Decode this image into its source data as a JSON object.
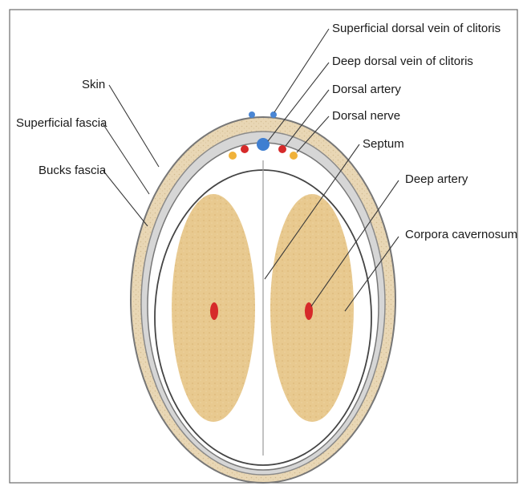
{
  "labels": {
    "superficial_dorsal_vein": "Superficial dorsal vein of clitoris",
    "deep_dorsal_vein": "Deep dorsal vein of clitoris",
    "dorsal_artery": "Dorsal artery",
    "dorsal_nerve": "Dorsal nerve",
    "septum": "Septum",
    "deep_artery": "Deep artery",
    "corpora_cavernosum": "Corpora cavernosum",
    "skin": "Skin",
    "superficial_fascia": "Superficial fascia",
    "bucks_fascia": "Bucks fascia"
  },
  "colors": {
    "skin_texture": "#e6d2ae",
    "fascia": "#d9d9d9",
    "cavernosum_fill": "#e8c98f",
    "vein": "#4a86d4",
    "artery": "#d62a2a",
    "nerve": "#f0b23a",
    "outline": "#555555"
  }
}
